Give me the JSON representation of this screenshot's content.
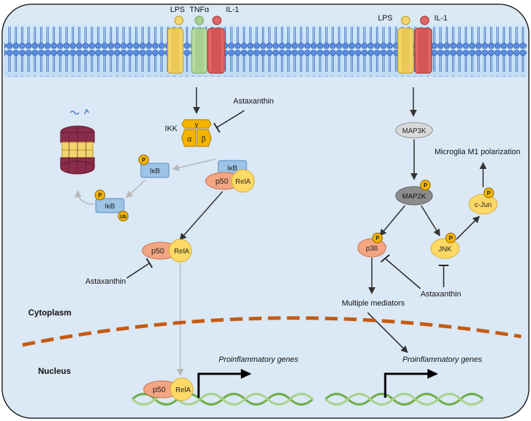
{
  "ligands": {
    "left": [
      "LPS",
      "TNFα",
      "IL-1"
    ],
    "right": [
      "LPS",
      "IL-1"
    ]
  },
  "nfkb": {
    "ikk_label": "IKK",
    "ikk_gamma": "γ",
    "ikk_alpha": "α",
    "ikk_beta": "β",
    "ikb": "IκB",
    "p50": "p50",
    "rela": "RelA",
    "p": "P",
    "ub": "Ub"
  },
  "mapk": {
    "map3k": "MAP3K",
    "map2k": "MAP2K",
    "p38": "p38",
    "jnk": "JNK",
    "cjun": "c-Jun",
    "polarization": "Microglia M1 polarization",
    "mediators": "Multiple mediators"
  },
  "drug": "Astaxanthin",
  "compartments": {
    "cytoplasm": "Cytoplasm",
    "nucleus": "Nucleus"
  },
  "genes": "Proinflammatory genes",
  "colors": {
    "cell_bg": "#dbe8f5",
    "membrane_head": "#4f7fd6",
    "lps": "#f2d56b",
    "tnfa": "#a8cf95",
    "il1": "#e06666",
    "ikb_box": "#9dc3e6",
    "p50": "#f4a582",
    "rela": "#ffd966",
    "phospho": "#f4b400",
    "nuclear_envelope": "#c55a11",
    "dna": "#70ad47"
  }
}
